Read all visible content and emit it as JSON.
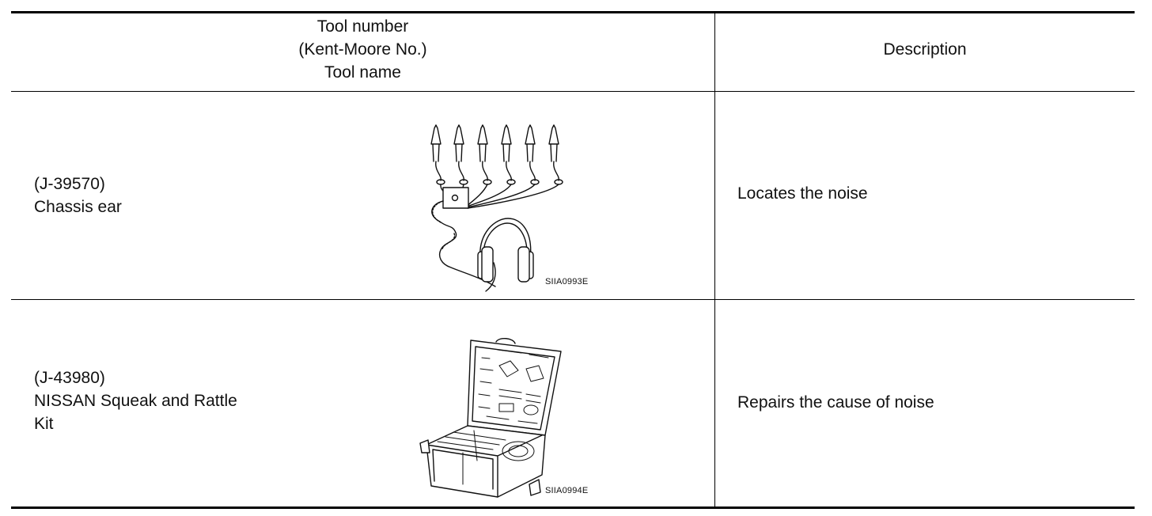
{
  "header": {
    "col1_lines": [
      "Tool number",
      "(Kent-Moore No.)",
      "Tool name"
    ],
    "col2": "Description"
  },
  "rows": [
    {
      "number": "(J-39570)",
      "name_lines": [
        "Chassis ear"
      ],
      "illustration_code": "SIIA0993E",
      "illustration_icon": "chassis-ear-illustration-icon",
      "description": "Locates the noise"
    },
    {
      "number": "(J-43980)",
      "name_lines": [
        "NISSAN Squeak and Rattle",
        "Kit"
      ],
      "illustration_code": "SIIA0994E",
      "illustration_icon": "tool-case-illustration-icon",
      "description": "Repairs the cause of noise"
    }
  ]
}
